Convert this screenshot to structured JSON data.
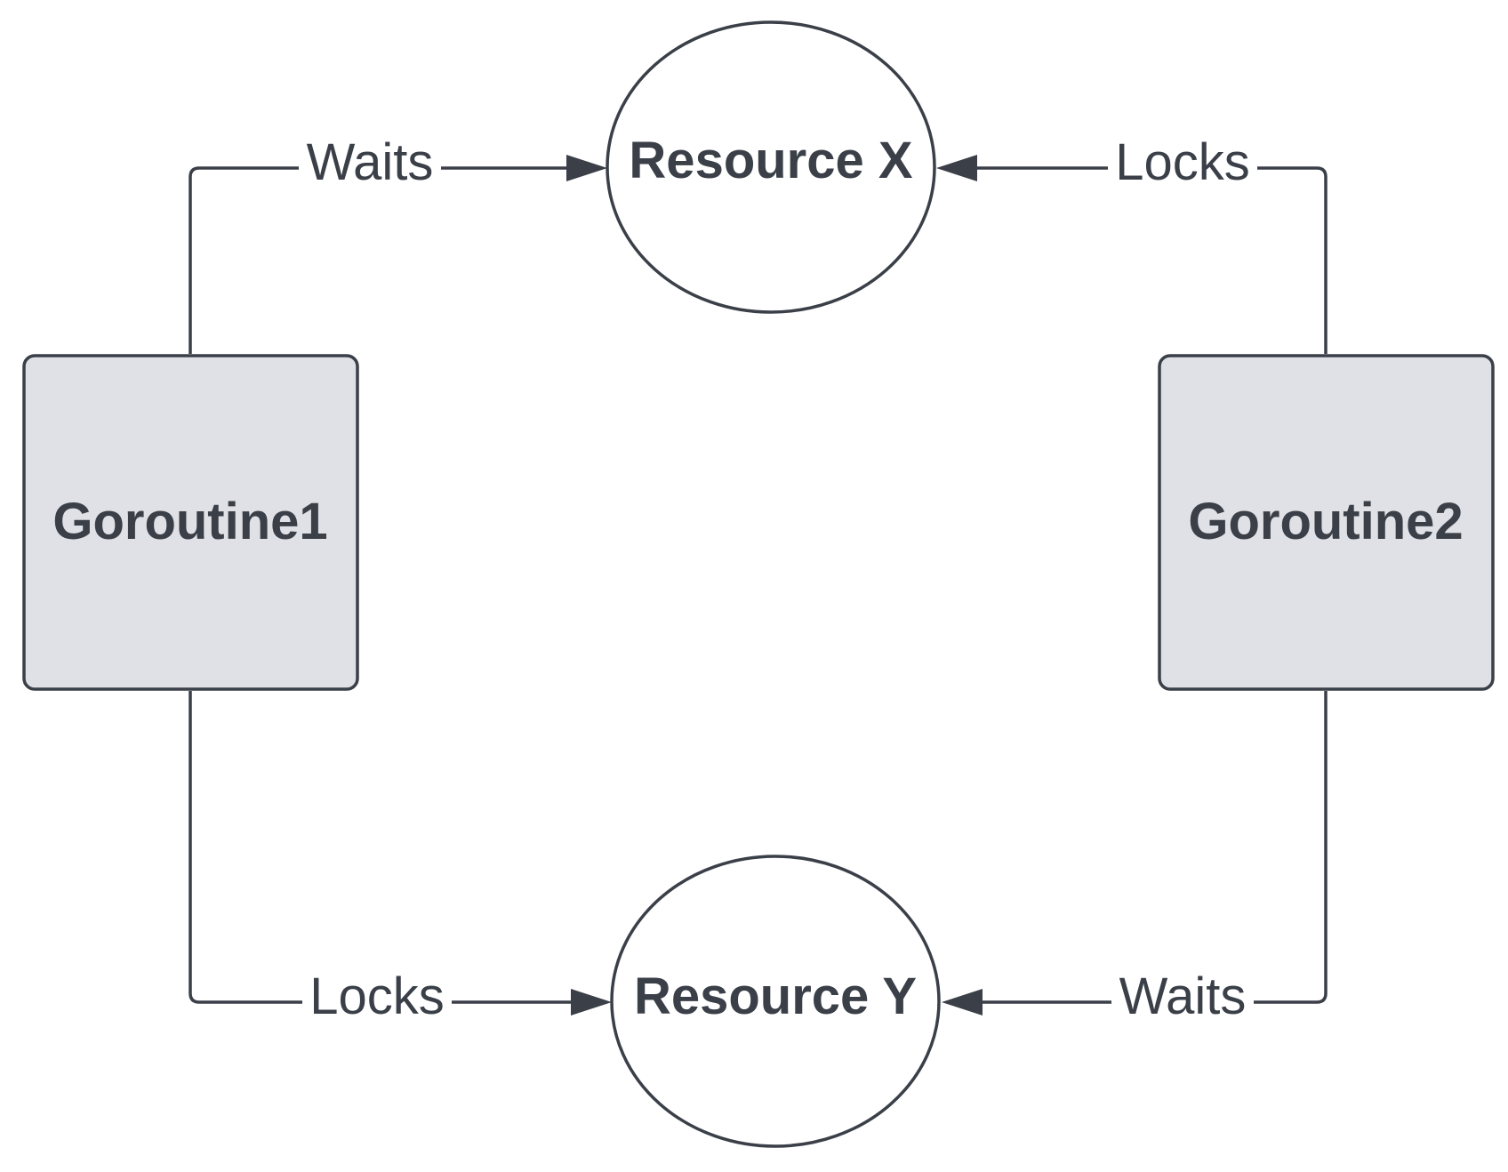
{
  "nodes": {
    "goroutine1": {
      "label": "Goroutine1",
      "shape": "rounded-rectangle"
    },
    "goroutine2": {
      "label": "Goroutine2",
      "shape": "rounded-rectangle"
    },
    "resource_x": {
      "label": "Resource X",
      "shape": "ellipse"
    },
    "resource_y": {
      "label": "Resource Y",
      "shape": "ellipse"
    }
  },
  "edges": [
    {
      "from": "goroutine1",
      "to": "resource_x",
      "label": "Waits"
    },
    {
      "from": "goroutine2",
      "to": "resource_x",
      "label": "Locks"
    },
    {
      "from": "goroutine1",
      "to": "resource_y",
      "label": "Locks"
    },
    {
      "from": "goroutine2",
      "to": "resource_y",
      "label": "Waits"
    }
  ],
  "colors": {
    "stroke": "#3a3f48",
    "rect_fill": "#dfe1e6",
    "ellipse_fill": "#ffffff",
    "text": "#3a3f48"
  }
}
